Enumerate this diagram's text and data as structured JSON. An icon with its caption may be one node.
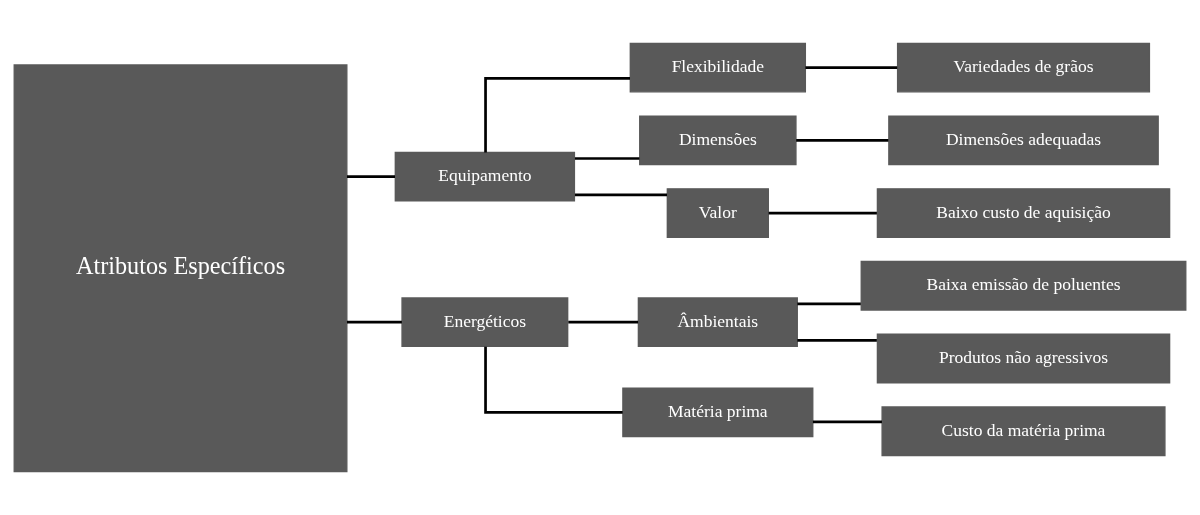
{
  "diagram": {
    "nodes": [
      {
        "text": [
          "Atributos Específicos"
        ]
      },
      {
        "text": [
          "Equipamento"
        ]
      },
      {
        "text": [
          "Flexibilidade"
        ]
      },
      {
        "text": [
          "Variedades de grãos"
        ]
      },
      {
        "text": [
          "Dimensões"
        ]
      },
      {
        "text": [
          "Dimensões adequadas"
        ]
      },
      {
        "text": [
          "Valor"
        ]
      },
      {
        "text": [
          "Baixo custo de aquisição"
        ]
      },
      {
        "text": [
          "Energéticos"
        ]
      },
      {
        "text": [
          "Âmbientais"
        ]
      },
      {
        "text": [
          "Baixa emissão de poluentes"
        ]
      },
      {
        "text": [
          "Produtos não agressivos"
        ]
      },
      {
        "text": [
          "Matéria prima"
        ]
      },
      {
        "text": [
          "Custo da matéria prima"
        ]
      }
    ],
    "edges": [
      {
        "from": 0,
        "to": 1,
        "arrow": "none"
      },
      {
        "from": 0,
        "to": 8,
        "arrow": "none"
      },
      {
        "from": 1,
        "to": 2,
        "arrow": "none"
      },
      {
        "from": 1,
        "to": 4,
        "arrow": "none"
      },
      {
        "from": 1,
        "to": 6,
        "arrow": "none"
      },
      {
        "from": 2,
        "to": 3,
        "arrow": "none"
      },
      {
        "from": 4,
        "to": 5,
        "arrow": "none"
      },
      {
        "from": 6,
        "to": 7,
        "arrow": "none"
      },
      {
        "from": 8,
        "to": 9,
        "arrow": "none"
      },
      {
        "from": 8,
        "to": 12,
        "arrow": "none"
      },
      {
        "from": 9,
        "to": 10,
        "arrow": "none"
      },
      {
        "from": 9,
        "to": 11,
        "arrow": "none"
      },
      {
        "from": 12,
        "to": 13,
        "arrow": "none"
      }
    ]
  }
}
